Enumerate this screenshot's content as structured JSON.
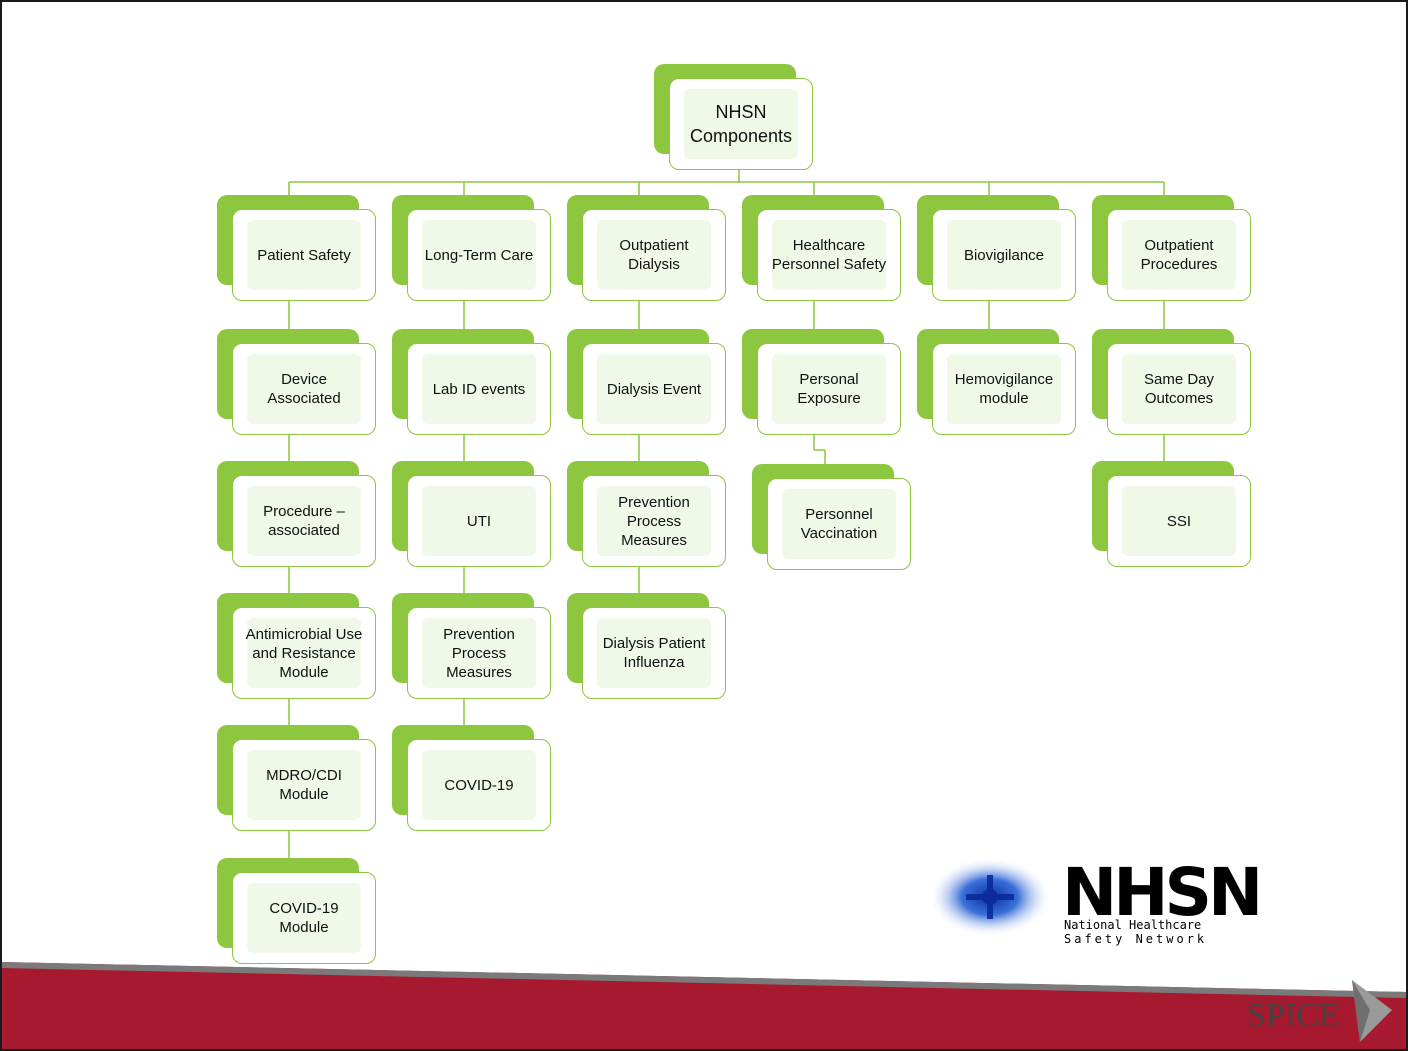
{
  "diagram": {
    "root": "NHSN\nComponents",
    "columns": [
      {
        "items": [
          "Patient Safety",
          "Device\nAssociated",
          "Procedure –\nassociated",
          "Antimicrobial Use\nand Resistance\nModule",
          "MDRO/CDI\nModule",
          "COVID-19\nModule"
        ]
      },
      {
        "items": [
          "Long-Term Care",
          "Lab ID events",
          "UTI",
          "Prevention\nProcess\nMeasures",
          "COVID-19"
        ]
      },
      {
        "items": [
          "Outpatient\nDialysis",
          "Dialysis Event",
          "Prevention\nProcess\nMeasures",
          "Dialysis Patient\nInfluenza"
        ]
      },
      {
        "items": [
          "Healthcare\nPersonnel Safety",
          "Personal\nExposure",
          "Personnel\nVaccination"
        ]
      },
      {
        "items": [
          "Biovigilance",
          "Hemovigilance\nmodule"
        ]
      },
      {
        "items": [
          "Outpatient\nProcedures",
          "Same Day\nOutcomes",
          "SSI"
        ]
      }
    ]
  },
  "logo": {
    "wordmark": "NHSN",
    "line1": "National Healthcare",
    "line2": "Safety Network"
  },
  "footer": {
    "brand": "SPICE"
  },
  "colors": {
    "accent_green": "#8dc63f",
    "footer_red": "#a6192e",
    "logo_blue": "#1f4fbf"
  }
}
